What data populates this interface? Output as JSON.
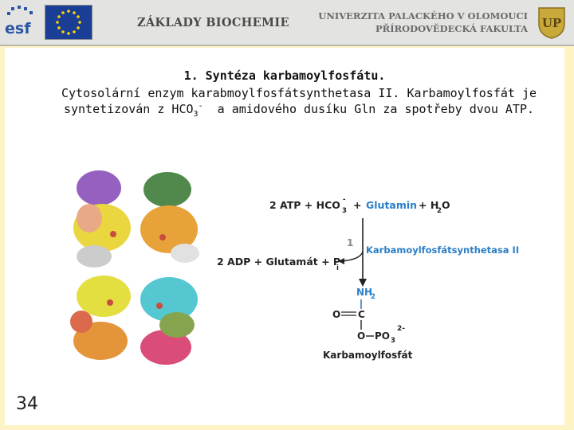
{
  "header": {
    "left_logo_esf": "esf",
    "title": "ZÁKLADY BIOCHEMIE",
    "university_line1": "UNIVERZITA PALACKÉHO V OLOMOUCI",
    "university_line2": "PŘÍRODOVĚDECKÁ FAKULTA",
    "crest_letters": "UP"
  },
  "slide": {
    "heading_number": "1.",
    "heading": "Syntéza karbamoylfosfátu.",
    "line2": "Cytosolární enzym karabmoylfosfátsynthetasa II. Karbamoylfosfát je",
    "line3_pre": "syntetizován z HCO",
    "line3_sub": "3",
    "line3_sup": "-",
    "line3_post": "  a amidového dusíku Gln za spotřeby dvou ATP.",
    "page_number": "34"
  },
  "scheme": {
    "reactants_a": "2 ATP + HCO",
    "reactants_sub": "3",
    "reactants_sup": "-",
    "reactants_plus": "+",
    "glutamin": "Glutamin",
    "reactants_b": "+ H",
    "water_sub": "2",
    "water_o": "O",
    "step_number": "1",
    "enzyme": "Karbamoylfosfátsynthetasa II",
    "products_a": "2 ADP + Glutamát + P",
    "products_sub": "i",
    "nh2": "NH",
    "nh2_sub": "2",
    "o_left": "O",
    "c_atom": "C",
    "o_bottom": "O",
    "po3": "PO",
    "po3_sub": "3",
    "po3_charge": "2-",
    "product_name": "Karbamoylfosfát",
    "colors": {
      "blue": "#2b7fc6",
      "black": "#222222"
    }
  }
}
